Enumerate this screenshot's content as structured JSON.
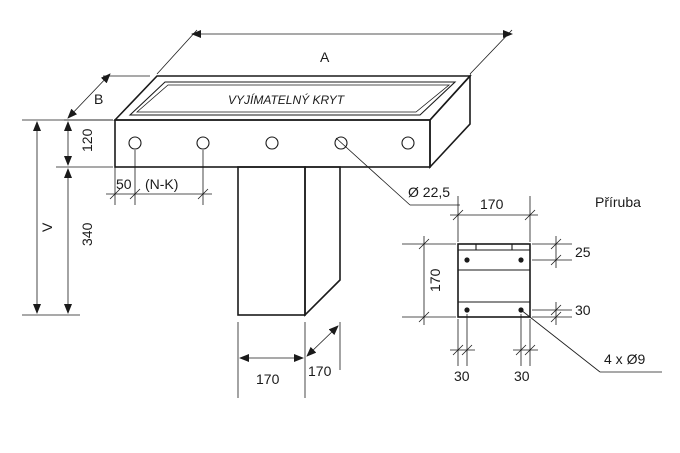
{
  "labels": {
    "a": "A",
    "b": "B",
    "v": "V",
    "cover": "VYJÍMATELNÝ KRYT",
    "dim_120": "120",
    "dim_340": "340",
    "dim_50": "50",
    "dim_nk": "(N-K)",
    "hole_dia": "Ø 22,5",
    "post_width": "170",
    "post_depth": "170",
    "flange_title": "Příruba",
    "flange_width": "170",
    "flange_height": "170",
    "flange_top": "25",
    "flange_bottom": "30",
    "flange_left": "30",
    "flange_right": "30",
    "flange_holes": "4 x Ø9"
  },
  "colors": {
    "line": "#1a1a1a",
    "background": "#ffffff"
  }
}
